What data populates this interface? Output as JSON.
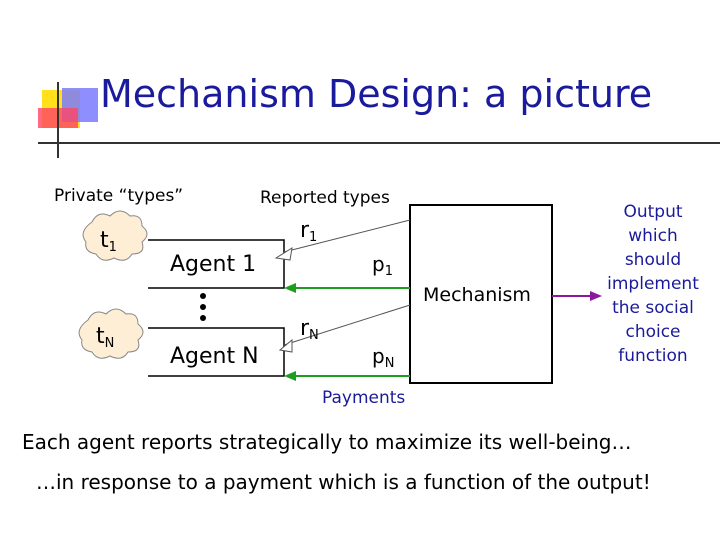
{
  "title": "Mechanism Design: a picture",
  "labels": {
    "private_types": "Private “types”",
    "reported_types": "Reported types",
    "payments": "Payments"
  },
  "types": {
    "t1": {
      "base": "t",
      "sub": "1"
    },
    "tN": {
      "base": "t",
      "sub": "N"
    }
  },
  "agents": {
    "agent1": "Agent 1",
    "agentN": "Agent N"
  },
  "reports": {
    "r1": {
      "base": "r",
      "sub": "1"
    },
    "rN": {
      "base": "r",
      "sub": "N"
    }
  },
  "payments_vals": {
    "p1": {
      "base": "p",
      "sub": "1"
    },
    "pN": {
      "base": "p",
      "sub": "N"
    }
  },
  "mechanism": "Mechanism",
  "output_lines": [
    "Output",
    "which",
    "should",
    "implement",
    "the social",
    "choice",
    "function"
  ],
  "bottom": {
    "line1": "Each agent reports strategically to maximize its well-being…",
    "line2": "…in response to a payment which is a function of the output!"
  },
  "colors": {
    "title": "#1a1a9c",
    "arrow_green": "#1e9e1e",
    "arrow_purple": "#8a1a9c",
    "cloud_fill": "#ffeed6"
  }
}
